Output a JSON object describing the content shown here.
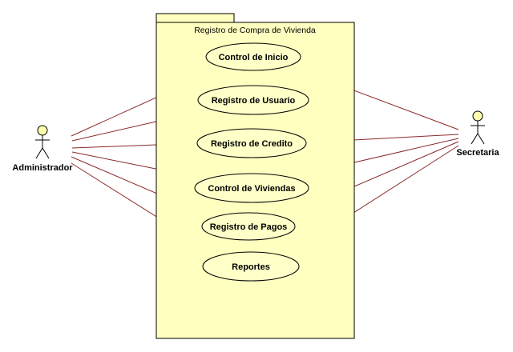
{
  "package": {
    "title": "Registro de Compra de Vivienda"
  },
  "actors": [
    {
      "id": "admin",
      "label": "Administrador"
    },
    {
      "id": "secretaria",
      "label": "Secretaria"
    }
  ],
  "use_cases": [
    {
      "id": "uc1",
      "label": "Control de Inicio"
    },
    {
      "id": "uc2",
      "label": "Registro de Usuario"
    },
    {
      "id": "uc3",
      "label": "Registro de Credito"
    },
    {
      "id": "uc4",
      "label": "Control de Viviendas"
    },
    {
      "id": "uc5",
      "label": "Registro de Pagos"
    },
    {
      "id": "uc6",
      "label": "Reportes"
    }
  ],
  "associations": [
    {
      "actor": "admin",
      "use_case": "uc1"
    },
    {
      "actor": "admin",
      "use_case": "uc2"
    },
    {
      "actor": "admin",
      "use_case": "uc3"
    },
    {
      "actor": "admin",
      "use_case": "uc4"
    },
    {
      "actor": "admin",
      "use_case": "uc5"
    },
    {
      "actor": "admin",
      "use_case": "uc6"
    },
    {
      "actor": "secretaria",
      "use_case": "uc1"
    },
    {
      "actor": "secretaria",
      "use_case": "uc3"
    },
    {
      "actor": "secretaria",
      "use_case": "uc4"
    },
    {
      "actor": "secretaria",
      "use_case": "uc5"
    },
    {
      "actor": "secretaria",
      "use_case": "uc6"
    }
  ],
  "colors": {
    "package_fill": "#ffffc0",
    "ellipse_fill": "#ffffc8",
    "actor_head_fill": "#ffffb0",
    "association_line": "#8b2a2a",
    "stroke": "#000000"
  }
}
